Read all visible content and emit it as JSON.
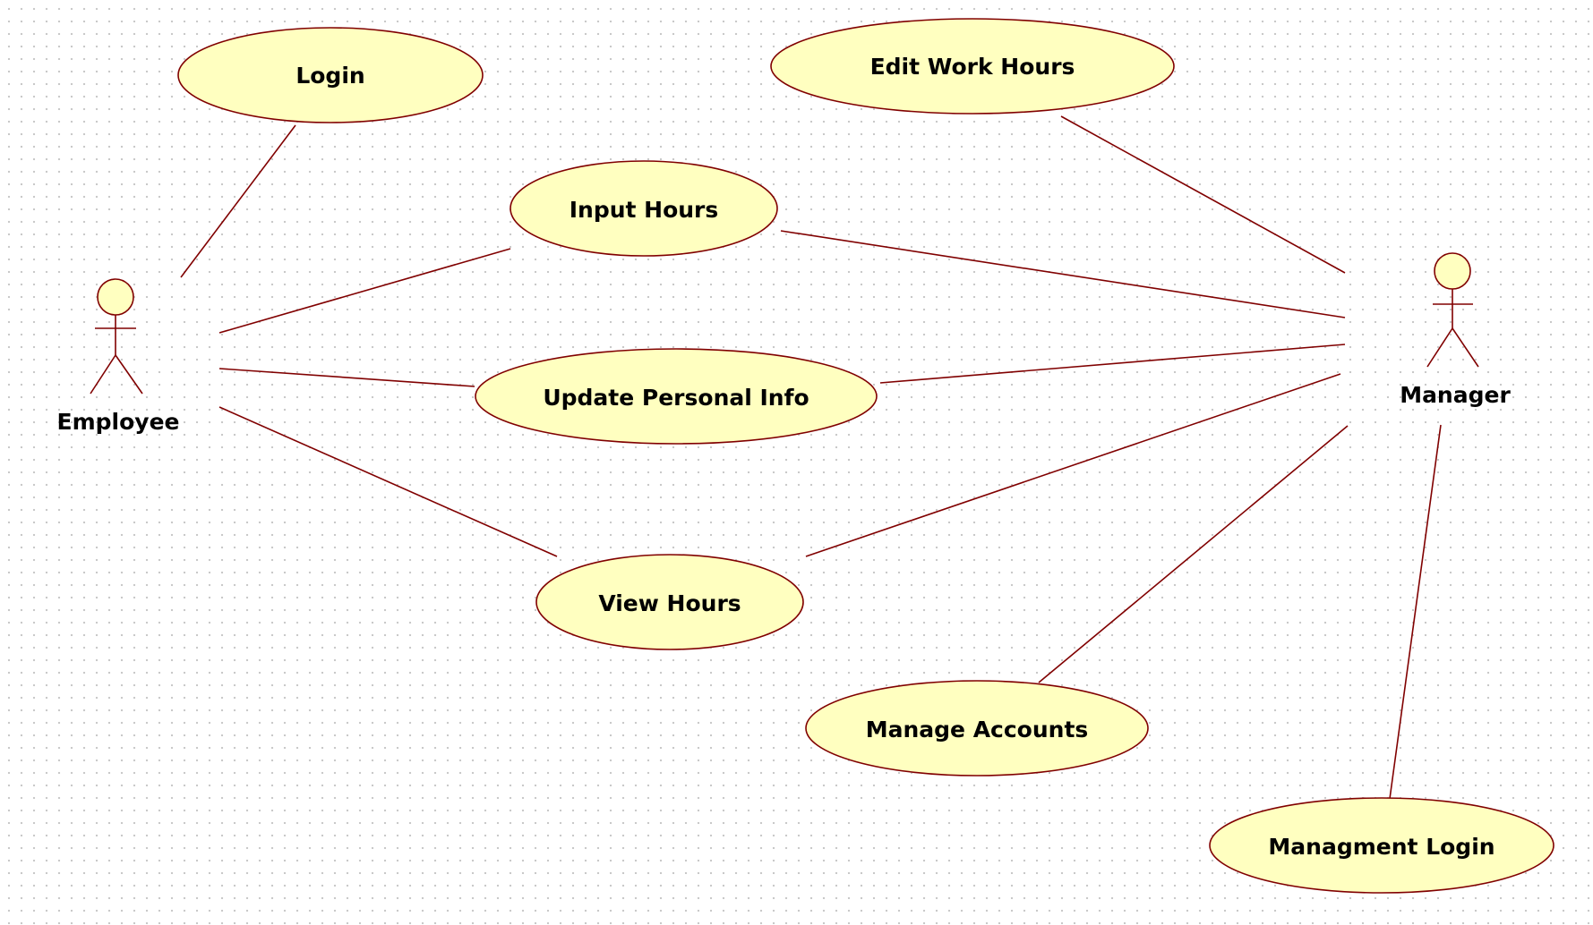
{
  "diagram": {
    "actors": {
      "employee": {
        "name": "Employee"
      },
      "manager": {
        "name": "Manager"
      }
    },
    "use_cases": {
      "login": "Login",
      "edit_work_hours": "Edit Work Hours",
      "input_hours": "Input Hours",
      "update_personal_info": "Update Personal Info",
      "view_hours": "View Hours",
      "manage_accounts": "Manage Accounts",
      "managment_login": "Managment Login"
    },
    "associations": [
      {
        "actor": "Employee",
        "use_case": "Login"
      },
      {
        "actor": "Employee",
        "use_case": "Input Hours"
      },
      {
        "actor": "Employee",
        "use_case": "Update Personal Info"
      },
      {
        "actor": "Employee",
        "use_case": "View Hours"
      },
      {
        "actor": "Manager",
        "use_case": "Edit Work Hours"
      },
      {
        "actor": "Manager",
        "use_case": "Input Hours"
      },
      {
        "actor": "Manager",
        "use_case": "Update Personal Info"
      },
      {
        "actor": "Manager",
        "use_case": "View Hours"
      },
      {
        "actor": "Manager",
        "use_case": "Manage Accounts"
      },
      {
        "actor": "Manager",
        "use_case": "Managment Login"
      }
    ],
    "colors": {
      "usecase_fill": "#ffffc0",
      "stroke": "#800000",
      "grid_dot": "#c9c9c9",
      "text": "#000000"
    }
  }
}
